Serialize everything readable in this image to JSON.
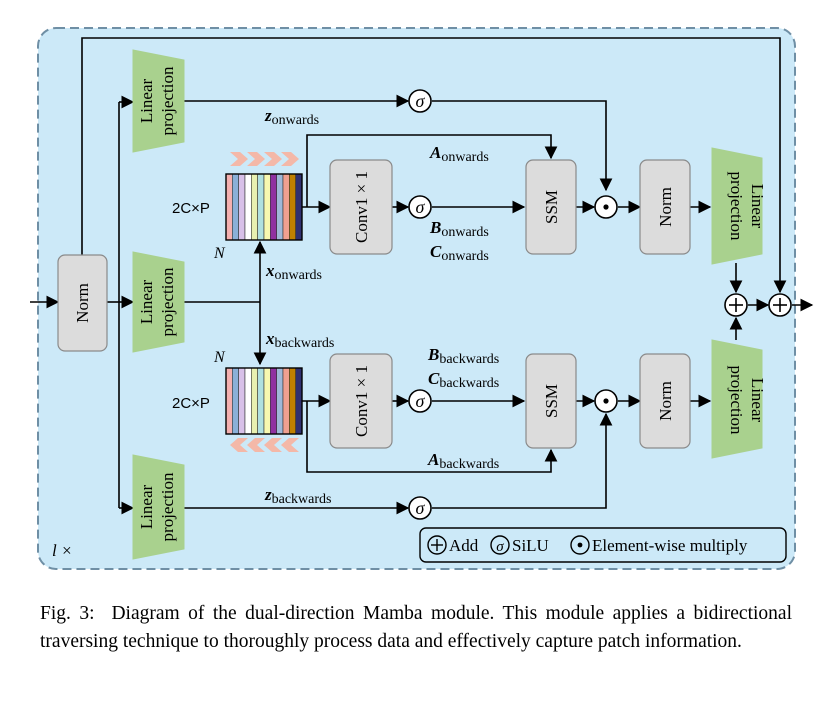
{
  "diagram": {
    "loop_label": "l ×",
    "norm_left": "Norm",
    "linear_projection": "Linear projection",
    "linear_projection_lines": [
      "Linear",
      "projection"
    ],
    "conv_label": "Conv1 × 1",
    "ssm_label": "SSM",
    "norm_label": "Norm",
    "dim_label": "2C×P",
    "n_label": "N",
    "z_onwards": {
      "sym": "z",
      "sub": "onwards"
    },
    "z_backwards": {
      "sym": "z",
      "sub": "backwards"
    },
    "x_onwards": {
      "sym": "x",
      "sub": "onwards"
    },
    "x_backwards": {
      "sym": "x",
      "sub": "backwards"
    },
    "A_onwards": {
      "sym": "A",
      "sub": "onwards"
    },
    "B_onwards": {
      "sym": "B",
      "sub": "onwards"
    },
    "C_onwards": {
      "sym": "C",
      "sub": "onwards"
    },
    "A_backwards": {
      "sym": "A",
      "sub": "backwards"
    },
    "B_backwards": {
      "sym": "B",
      "sub": "backwards"
    },
    "C_backwards": {
      "sym": "C",
      "sub": "backwards"
    },
    "sigma": "σ",
    "legend": {
      "add": "Add",
      "silu": "SiLU",
      "mul": "Element-wise multiply"
    },
    "colors": {
      "panel_bg": "#cce9f8",
      "panel_border": "#6f8fa5",
      "block_gray": "#dcdcdc",
      "proj_green": "#a9d18e",
      "chevron": "#f4b8a8",
      "stripes": [
        "#f4b0b0",
        "#8ab0d8",
        "#d8c0e8",
        "#ffffff",
        "#e8f0b0",
        "#b0e0e0",
        "#f8f8b0",
        "#9030a0",
        "#a0b8d8",
        "#f0a090",
        "#c08000",
        "#303070"
      ]
    }
  },
  "caption": {
    "prefix": "Fig. 3:",
    "text": "Diagram of the dual-direction Mamba module. This module applies a bidirectional traversing technique to thoroughly process data and effectively capture patch information."
  }
}
